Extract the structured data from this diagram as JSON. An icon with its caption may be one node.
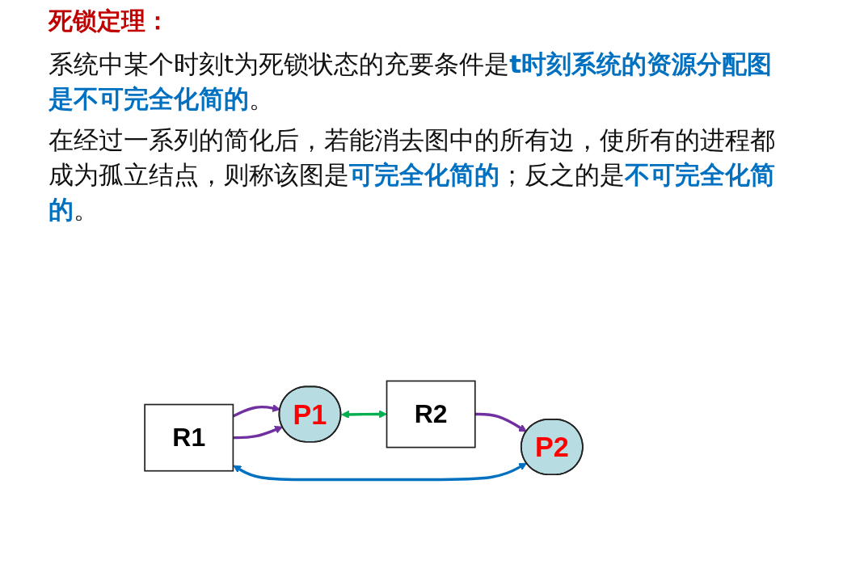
{
  "diagram": {
    "title": "死锁定理：",
    "nodes": [
      {
        "text": [
          "P1"
        ]
      },
      {
        "text": [
          "R1"
        ]
      },
      {
        "text": [
          "R2"
        ]
      },
      {
        "text": [
          "P2"
        ]
      }
    ],
    "edges": [
      {
        "from": 1,
        "to": 0,
        "arrow": "to"
      },
      {
        "from": 1,
        "to": 0,
        "arrow": "to"
      },
      {
        "from": 0,
        "to": 2,
        "arrow": "both",
        "color": "#00b050"
      },
      {
        "from": 2,
        "to": 3,
        "arrow": "to"
      },
      {
        "from": 1,
        "to": 3,
        "arrow": "both",
        "color": "#0070c0"
      }
    ],
    "labels": [
      "系统中某个时刻t为死锁状态的充要条件是**t时刻系统的资源分配图是不可完全化简的**。",
      "在经过一系列的简化后，若能消去图中的所有边，使所有的进程都成为孤立结点，则称该图是**可完全化简的**；反之的是**不可完全化简的**。"
    ]
  }
}
